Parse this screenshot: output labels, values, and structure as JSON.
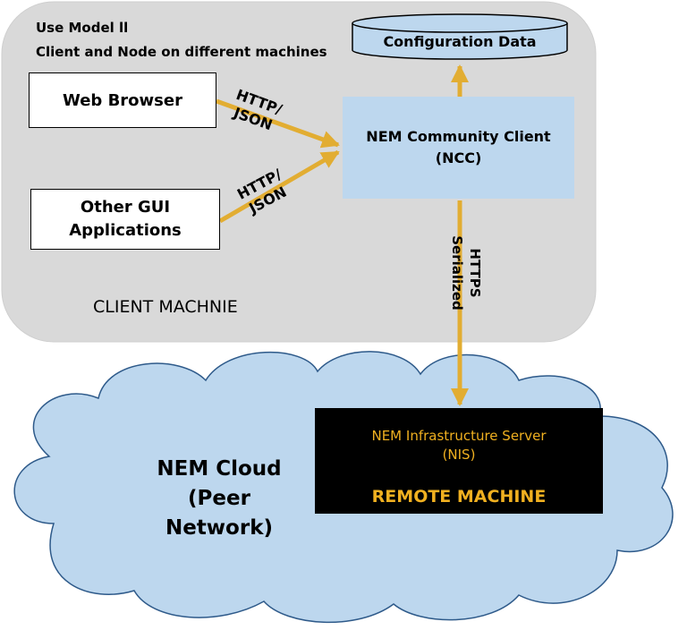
{
  "client_area": {
    "header_line1": "Use Model ll",
    "header_line2": "Client and Node on different machines",
    "footer_label": "CLIENT MACHNIE"
  },
  "config_db": {
    "label": "Configuration Data"
  },
  "web_browser": {
    "label": "Web Browser"
  },
  "other_gui": {
    "line1": "Other GUI",
    "line2": "Applications"
  },
  "ncc": {
    "line1": "NEM Community Client",
    "line2": "(NCC)"
  },
  "arrows": {
    "browser_protocol_line1": "HTTP/",
    "browser_protocol_line2": "JSON",
    "gui_protocol_line1": "HTTP/",
    "gui_protocol_line2": "JSON",
    "ncc_nis_line1": "HTTPS",
    "ncc_nis_line2": "Serialized"
  },
  "cloud": {
    "line1": "NEM Cloud",
    "line2": "(Peer",
    "line3": "Network)"
  },
  "nis": {
    "line1": "NEM Infrastructure Server",
    "line2": "(NIS)",
    "remote_label": "REMOTE MACHINE"
  },
  "colors": {
    "client_bg": "#d9d9d9",
    "box_blue": "#bdd7ee",
    "arrow_gold": "#e2ad32",
    "cloud_blue": "#bdd7ee",
    "nis_bg": "#000000",
    "nis_text": "#f0b020"
  }
}
